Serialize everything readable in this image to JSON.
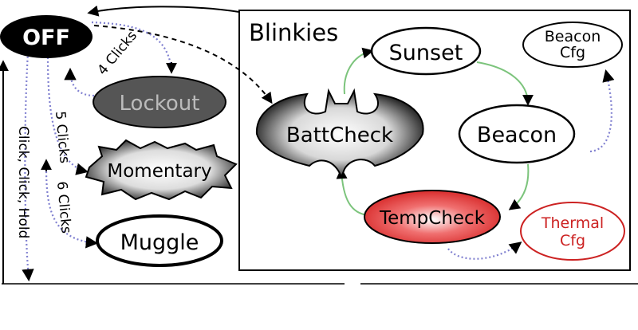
{
  "nodes": {
    "off": "OFF",
    "lockout": "Lockout",
    "momentary": "Momentary",
    "muggle": "Muggle",
    "battcheck": "BattCheck",
    "sunset": "Sunset",
    "beacon": "Beacon",
    "beacon_cfg_line1": "Beacon",
    "beacon_cfg_line2": "Cfg",
    "tempcheck": "TempCheck",
    "thermal_cfg_line1": "Thermal",
    "thermal_cfg_line2": "Cfg"
  },
  "groups": {
    "blinkies": "Blinkies"
  },
  "edges": {
    "four_clicks": "4 Clicks",
    "five_clicks": "5 Clicks",
    "six_clicks": "6 Clicks",
    "click_click_hold": "Click, Click, Hold"
  },
  "colors": {
    "ink": "#000000",
    "dotted_edge": "#8080d0",
    "cycle_edge": "#7cc47c",
    "lockout_fill": "#555555",
    "lockout_text": "#bbbbbb",
    "tempcheck_fill": "#e53b3b",
    "thermal_outline": "#cc2222"
  }
}
